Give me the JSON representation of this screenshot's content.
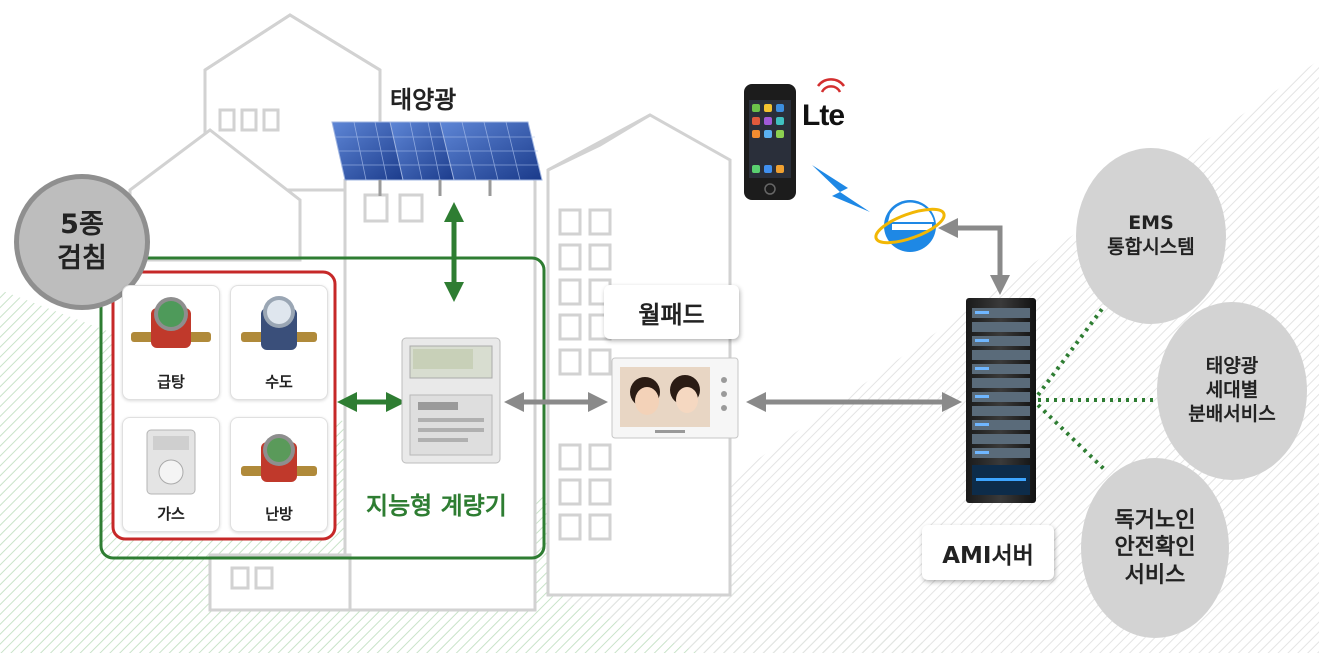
{
  "labels": {
    "solar": "태양광",
    "wallpad": "월패드",
    "smart_meter": "지능형 계량기",
    "ami_server": "AMI서버",
    "lte": "Lte"
  },
  "inspection": {
    "line1": "5종",
    "line2": "검침"
  },
  "meters": [
    "급탕",
    "수도",
    "가스",
    "난방"
  ],
  "services": [
    {
      "line1": "EMS",
      "line2": "통합시스템"
    },
    {
      "line1": "태양광",
      "line2": "세대별",
      "line3": "분배서비스"
    },
    {
      "line1": "독거노인",
      "line2": "안전확인",
      "line3": "서비스"
    }
  ],
  "colors": {
    "green": "#2e7d32",
    "red": "#c62828",
    "arrow_gray": "#8a8a8a",
    "circle_gray": "#d3d3d3",
    "lte_red": "#d32f2f",
    "ie_blue": "#1e88e5"
  }
}
